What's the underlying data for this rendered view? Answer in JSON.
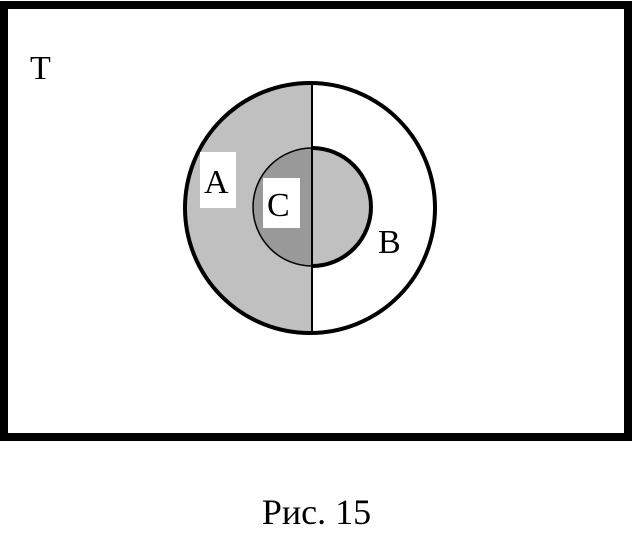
{
  "diagram": {
    "universe_label": "T",
    "sets": {
      "a_label": "A",
      "b_label": "B",
      "c_label": "C"
    },
    "colors": {
      "border": "#000000",
      "background": "#ffffff",
      "region_a": "#c0c0c0",
      "region_c": "#999999",
      "label_box": "#ffffff"
    }
  },
  "caption": "Рис. 15"
}
